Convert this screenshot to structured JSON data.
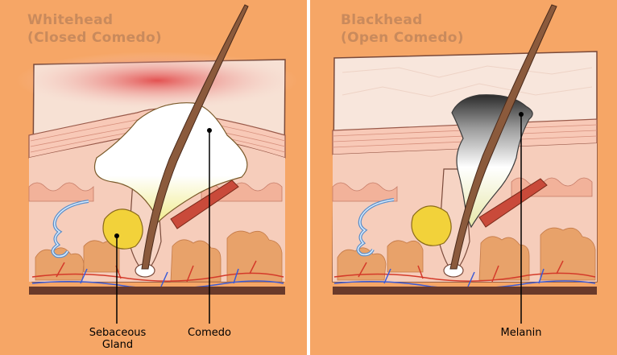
{
  "panels": {
    "whitehead": {
      "title_line1": "Whitehead",
      "title_line2": "(Closed Comedo)",
      "labels": {
        "sebaceous": "Sebaceous",
        "gland": "Gland",
        "comedo": "Comedo"
      }
    },
    "blackhead": {
      "title_line1": "Blackhead",
      "title_line2": "(Open Comedo)",
      "labels": {
        "melanin": "Melanin"
      }
    }
  },
  "colors": {
    "background": "#f6a666",
    "epidermis": "#f9d9c9",
    "dermis": "#f2b79c",
    "fat": "#e89a6b",
    "hair": "#8b5a3c",
    "sebum": "#f3e36a",
    "vessel_red": "#d43a2a",
    "vessel_blue": "#3b5bd6",
    "inflammation": "#e45d5d",
    "melanin": "#333333"
  }
}
